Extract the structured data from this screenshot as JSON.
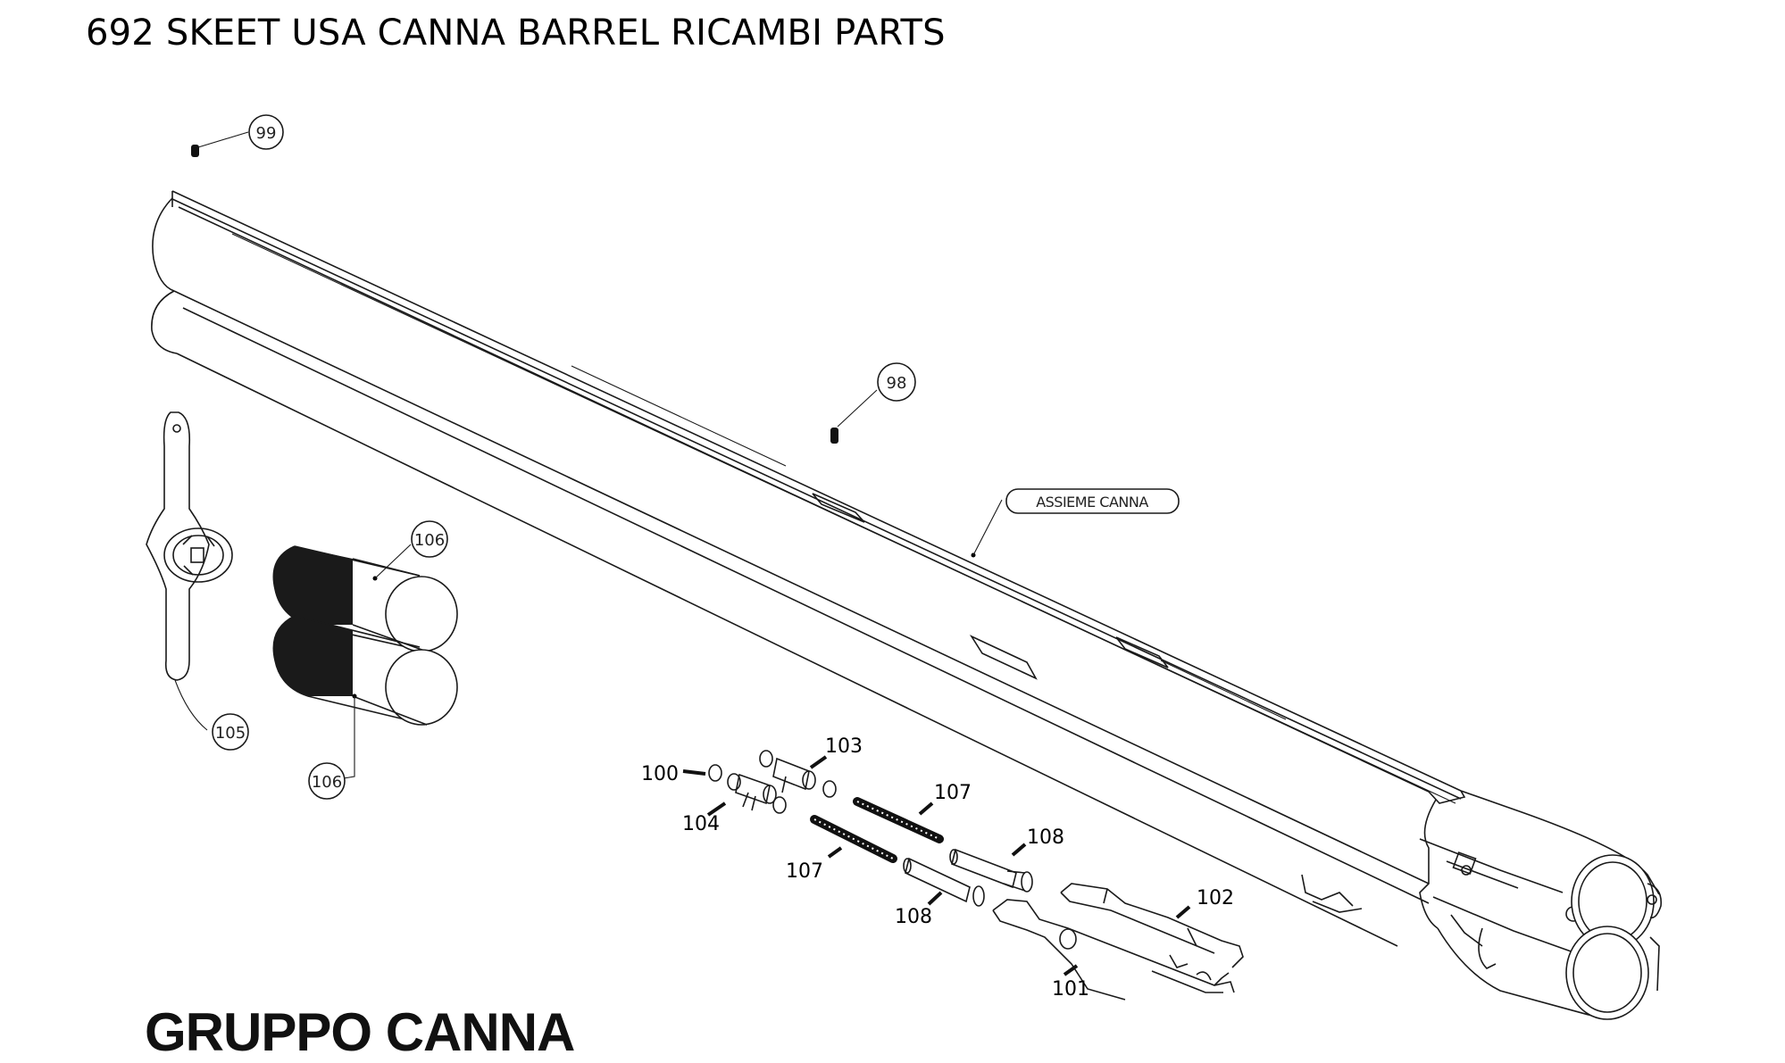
{
  "title": "692 SKEET USA CANNA BARREL RICAMBI PARTS",
  "group_title": "GRUPPO CANNA",
  "assembly_label": "ASSIEME CANNA",
  "part_labels": {
    "p98": "98",
    "p99": "99",
    "p100": "100",
    "p101": "101",
    "p102": "102",
    "p103": "103",
    "p104": "104",
    "p105": "105",
    "p106a": "106",
    "p106b": "106",
    "p107a": "107",
    "p107b": "107",
    "p108a": "108",
    "p108b": "108"
  }
}
